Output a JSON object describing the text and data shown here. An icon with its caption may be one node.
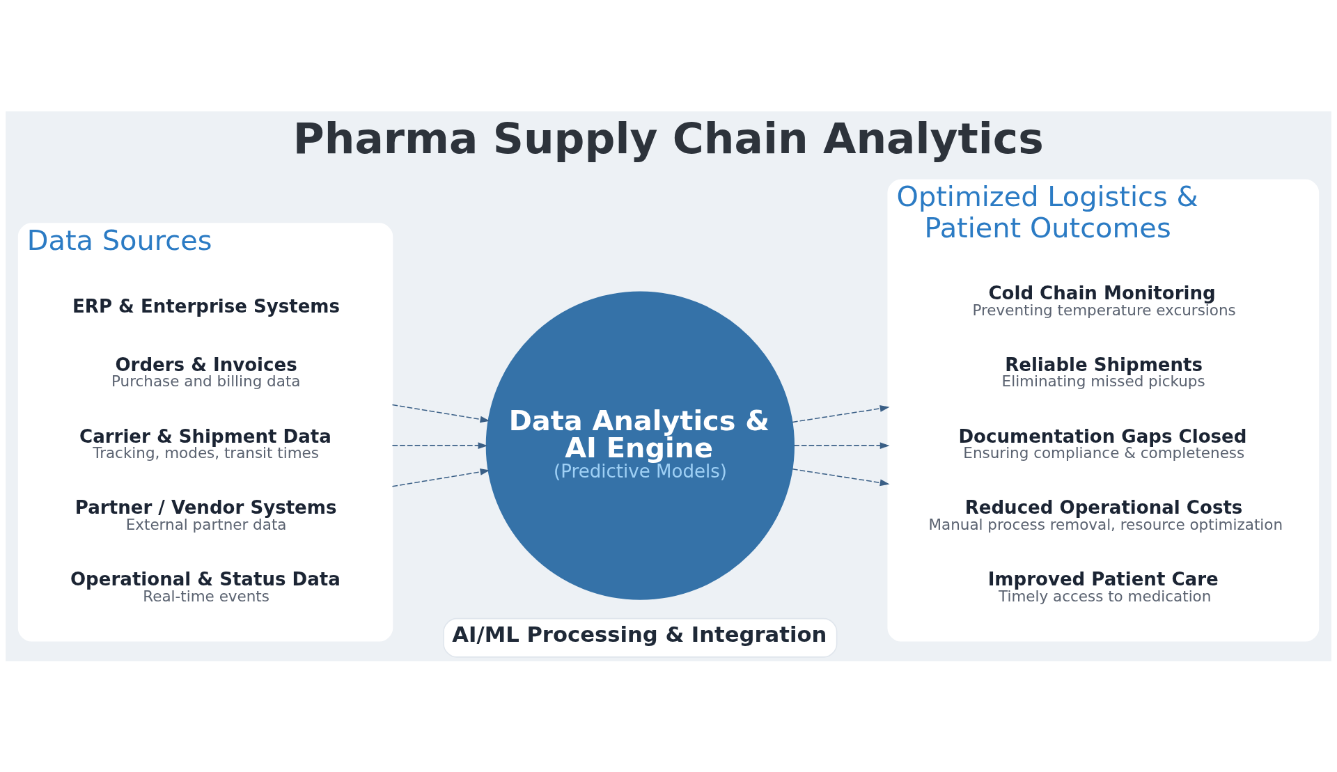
{
  "diagram": {
    "title": "Pharma Supply Chain Analytics",
    "nodes": [
      {
        "text": [
          "Data Sources"
        ]
      },
      {
        "text": [
          "ERP & Enterprise Systems"
        ],
        "in": 0
      },
      {
        "text": [
          "Orders & Invoices",
          "Purchase and billing data"
        ],
        "in": 0
      },
      {
        "text": [
          "Carrier & Shipment Data",
          "Tracking, modes, transit times"
        ],
        "in": 0
      },
      {
        "text": [
          "Partner / Vendor Systems",
          "External partner data"
        ],
        "in": 0
      },
      {
        "text": [
          "Operational & Status Data",
          "Real-time events"
        ],
        "in": 0
      },
      {
        "text": [
          "Data Analytics & AI Engine",
          "(Predictive Models)"
        ]
      },
      {
        "text": [
          "AI/ML Processing & Integration"
        ]
      },
      {
        "text": [
          "Optimized Logistics & Patient Outcomes"
        ]
      },
      {
        "text": [
          "Cold Chain Monitoring",
          "Preventing temperature excursions"
        ],
        "in": 8
      },
      {
        "text": [
          "Reliable Shipments",
          "Eliminating missed pickups"
        ],
        "in": 8
      },
      {
        "text": [
          "Documentation Gaps Closed",
          "Ensuring compliance & completeness"
        ],
        "in": 8
      },
      {
        "text": [
          "Reduced Operational Costs",
          "Manual process removal, resource optimization"
        ],
        "in": 8
      },
      {
        "text": [
          "Improved Patient Care",
          "Timely access to medication"
        ],
        "in": 8
      }
    ],
    "edges": [
      {
        "from": 0,
        "to": 6,
        "arrow": "to",
        "style": "dashed"
      },
      {
        "from": 0,
        "to": 6,
        "arrow": "to",
        "style": "dashed"
      },
      {
        "from": 0,
        "to": 6,
        "arrow": "to",
        "style": "dashed"
      },
      {
        "from": 6,
        "to": 8,
        "arrow": "to",
        "style": "dashed"
      },
      {
        "from": 6,
        "to": 8,
        "arrow": "to",
        "style": "dashed"
      },
      {
        "from": 6,
        "to": 8,
        "arrow": "to",
        "style": "dashed"
      }
    ]
  }
}
